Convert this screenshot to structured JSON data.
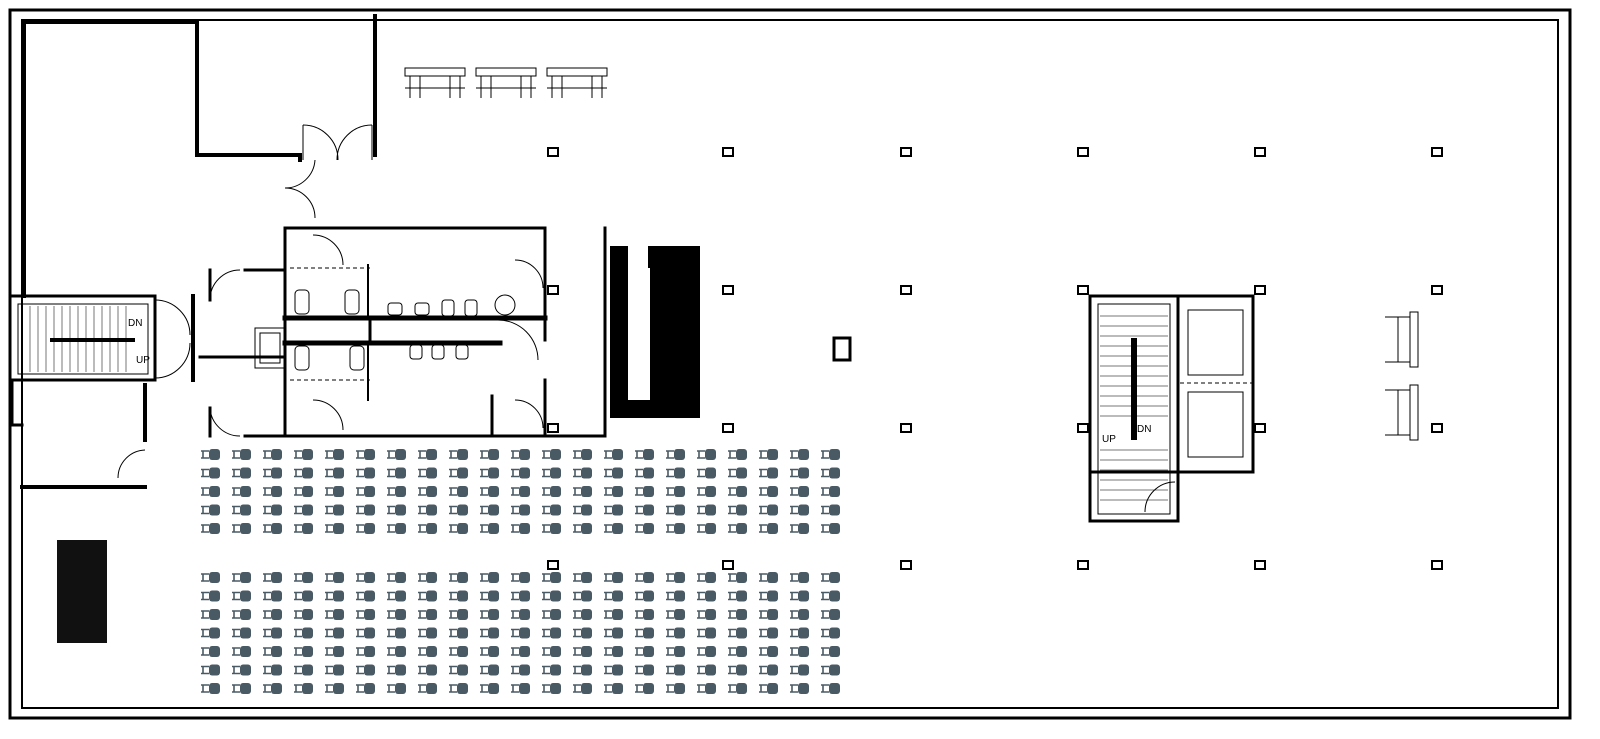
{
  "plan": {
    "stair_west": {
      "up_label": "UP",
      "down_label": "DN"
    },
    "stair_east": {
      "up_label": "UP",
      "down_label": "DN"
    },
    "seating": {
      "block_north": {
        "rows": 5,
        "cols": 21
      },
      "block_south": {
        "rows": 7,
        "cols": 21
      }
    }
  },
  "colors": {
    "wall": "#000000",
    "chair": "#4a5a64",
    "solid_block": "#111111"
  }
}
